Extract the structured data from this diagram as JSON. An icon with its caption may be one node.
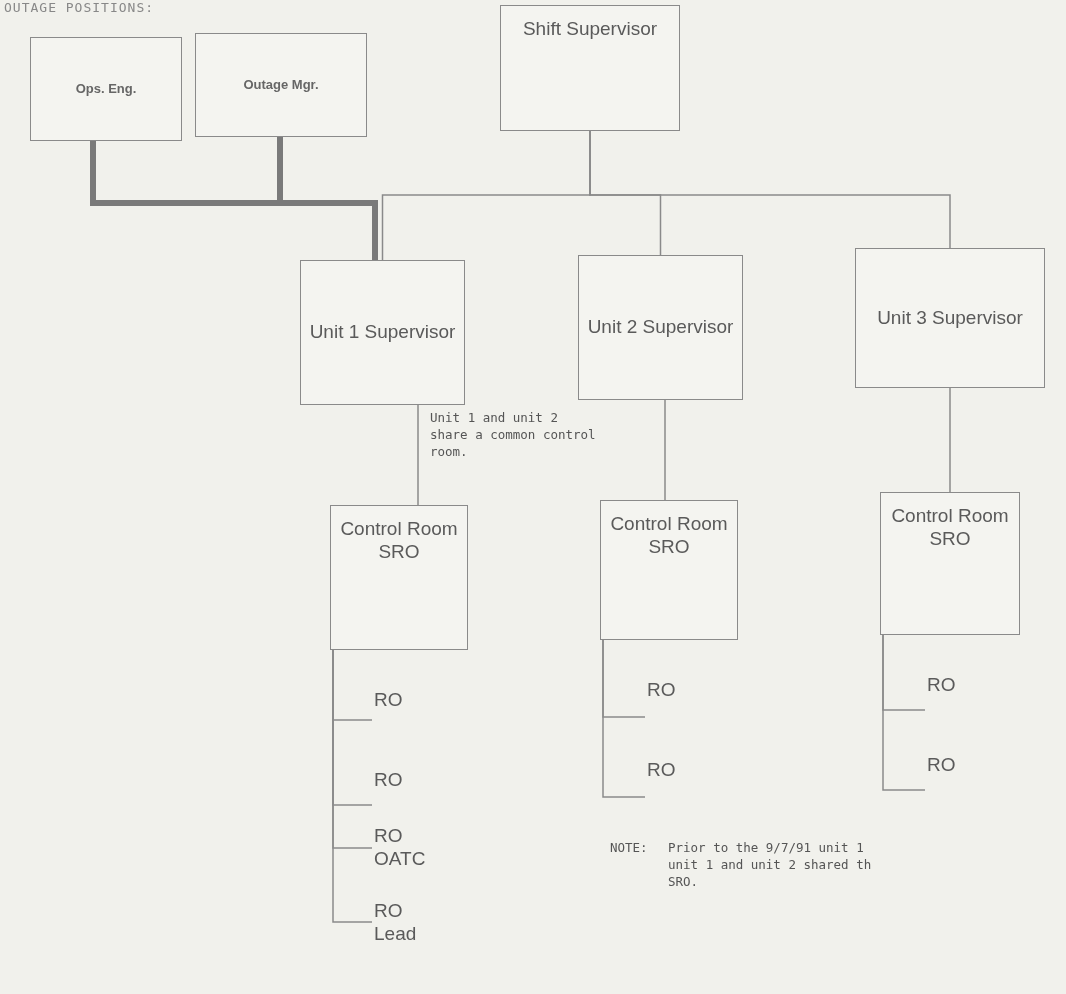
{
  "diagram": {
    "title": "OUTAGE POSITIONS:",
    "nodes": [
      {
        "text": [
          "Ops. Eng."
        ]
      },
      {
        "text": [
          "Outage Mgr."
        ]
      },
      {
        "text": [
          "Shift Supervisor"
        ]
      },
      {
        "text": [
          "Unit 1 Supervisor"
        ]
      },
      {
        "text": [
          "Unit 2 Supervisor"
        ]
      },
      {
        "text": [
          "Unit 3 Supervisor"
        ]
      },
      {
        "text": [
          "Control Room SRO"
        ]
      },
      {
        "text": [
          "RO"
        ]
      },
      {
        "text": [
          "RO"
        ]
      },
      {
        "text": [
          "RO OATC"
        ]
      },
      {
        "text": [
          "RO Lead"
        ]
      },
      {
        "text": [
          "Control Room SRO"
        ]
      },
      {
        "text": [
          "RO"
        ]
      },
      {
        "text": [
          "RO"
        ]
      },
      {
        "text": [
          "Control Room SRO"
        ]
      },
      {
        "text": [
          "RO"
        ]
      },
      {
        "text": [
          "RO"
        ]
      }
    ],
    "edges": [
      {
        "from": 0,
        "to": 3,
        "arrow": "none",
        "style": "thick"
      },
      {
        "from": 1,
        "to": 3,
        "arrow": "none",
        "style": "thick"
      },
      {
        "from": 2,
        "to": 3,
        "arrow": "none"
      },
      {
        "from": 2,
        "to": 4,
        "arrow": "none"
      },
      {
        "from": 2,
        "to": 5,
        "arrow": "none"
      },
      {
        "from": 3,
        "to": 6,
        "arrow": "none"
      },
      {
        "from": 4,
        "to": 11,
        "arrow": "none"
      },
      {
        "from": 5,
        "to": 14,
        "arrow": "none"
      },
      {
        "from": 6,
        "to": 7,
        "arrow": "none"
      },
      {
        "from": 6,
        "to": 8,
        "arrow": "none"
      },
      {
        "from": 6,
        "to": 9,
        "arrow": "none"
      },
      {
        "from": 6,
        "to": 10,
        "arrow": "none"
      },
      {
        "from": 11,
        "to": 12,
        "arrow": "none"
      },
      {
        "from": 11,
        "to": 13,
        "arrow": "none"
      },
      {
        "from": 14,
        "to": 15,
        "arrow": "none"
      },
      {
        "from": 14,
        "to": 16,
        "arrow": "none"
      }
    ],
    "labels": [
      "Unit 1 and unit 2 share a common control room.",
      "NOTE:",
      "Prior to the 9/7/91 unit 1 unit 1 and unit 2 shared th SRO."
    ]
  }
}
